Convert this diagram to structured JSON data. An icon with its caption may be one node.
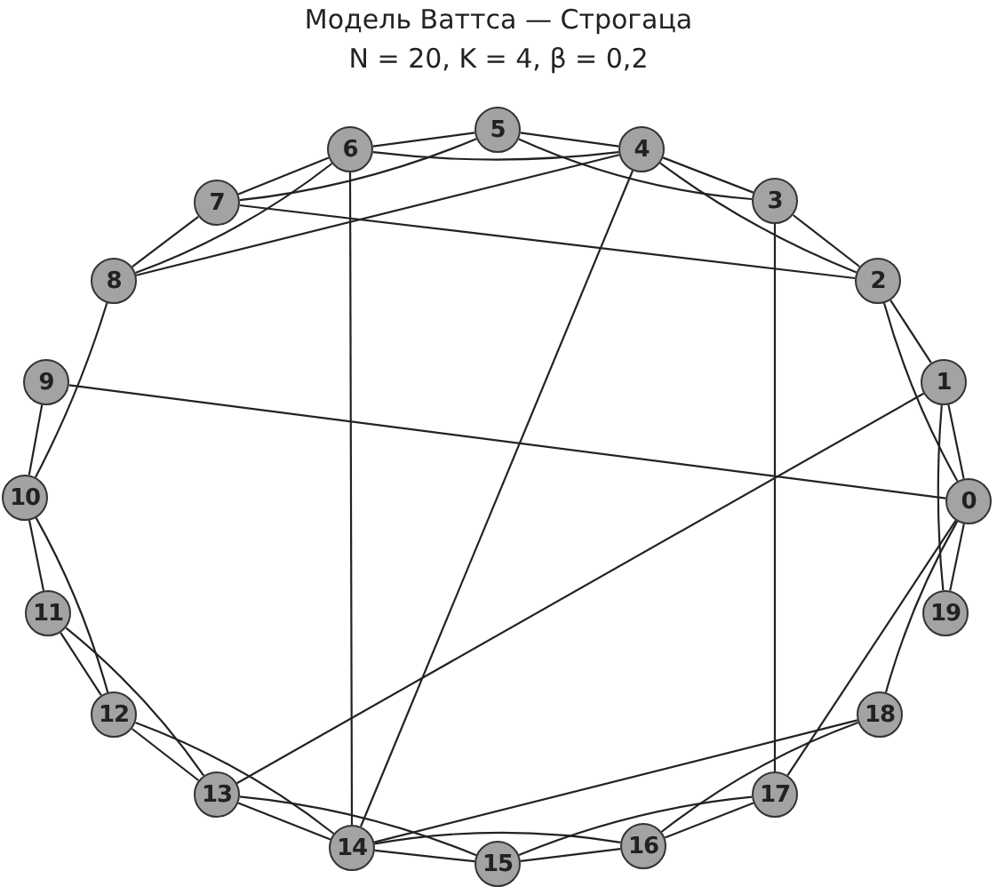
{
  "diagram": {
    "title": "Модель Ваттса — Строгаца",
    "labels": [
      "N = 20, K = 4, β = 0,2"
    ],
    "nodes": [
      {
        "text": [
          "0"
        ]
      },
      {
        "text": [
          "1"
        ]
      },
      {
        "text": [
          "2"
        ]
      },
      {
        "text": [
          "3"
        ]
      },
      {
        "text": [
          "4"
        ]
      },
      {
        "text": [
          "5"
        ]
      },
      {
        "text": [
          "6"
        ]
      },
      {
        "text": [
          "7"
        ]
      },
      {
        "text": [
          "8"
        ]
      },
      {
        "text": [
          "9"
        ]
      },
      {
        "text": [
          "10"
        ]
      },
      {
        "text": [
          "11"
        ]
      },
      {
        "text": [
          "12"
        ]
      },
      {
        "text": [
          "13"
        ]
      },
      {
        "text": [
          "14"
        ]
      },
      {
        "text": [
          "15"
        ]
      },
      {
        "text": [
          "16"
        ]
      },
      {
        "text": [
          "17"
        ]
      },
      {
        "text": [
          "18"
        ]
      },
      {
        "text": [
          "19"
        ]
      }
    ],
    "edges": [
      {
        "from": 0,
        "to": 1,
        "arrow": "none"
      },
      {
        "from": 0,
        "to": 2,
        "arrow": "none"
      },
      {
        "from": 0,
        "to": 19,
        "arrow": "none"
      },
      {
        "from": 0,
        "to": 18,
        "arrow": "none"
      },
      {
        "from": 0,
        "to": 17,
        "arrow": "none"
      },
      {
        "from": 0,
        "to": 9,
        "arrow": "none"
      },
      {
        "from": 1,
        "to": 2,
        "arrow": "none"
      },
      {
        "from": 1,
        "to": 13,
        "arrow": "none"
      },
      {
        "from": 1,
        "to": 19,
        "arrow": "none"
      },
      {
        "from": 2,
        "to": 3,
        "arrow": "none"
      },
      {
        "from": 2,
        "to": 4,
        "arrow": "none"
      },
      {
        "from": 2,
        "to": 7,
        "arrow": "none"
      },
      {
        "from": 3,
        "to": 4,
        "arrow": "none"
      },
      {
        "from": 3,
        "to": 5,
        "arrow": "none"
      },
      {
        "from": 3,
        "to": 17,
        "arrow": "none"
      },
      {
        "from": 4,
        "to": 5,
        "arrow": "none"
      },
      {
        "from": 4,
        "to": 6,
        "arrow": "none"
      },
      {
        "from": 4,
        "to": 8,
        "arrow": "none"
      },
      {
        "from": 4,
        "to": 14,
        "arrow": "none"
      },
      {
        "from": 5,
        "to": 6,
        "arrow": "none"
      },
      {
        "from": 5,
        "to": 7,
        "arrow": "none"
      },
      {
        "from": 6,
        "to": 7,
        "arrow": "none"
      },
      {
        "from": 6,
        "to": 8,
        "arrow": "none"
      },
      {
        "from": 6,
        "to": 14,
        "arrow": "none"
      },
      {
        "from": 7,
        "to": 8,
        "arrow": "none"
      },
      {
        "from": 8,
        "to": 10,
        "arrow": "none"
      },
      {
        "from": 9,
        "to": 10,
        "arrow": "none"
      },
      {
        "from": 10,
        "to": 11,
        "arrow": "none"
      },
      {
        "from": 10,
        "to": 12,
        "arrow": "none"
      },
      {
        "from": 11,
        "to": 12,
        "arrow": "none"
      },
      {
        "from": 11,
        "to": 13,
        "arrow": "none"
      },
      {
        "from": 12,
        "to": 13,
        "arrow": "none"
      },
      {
        "from": 12,
        "to": 14,
        "arrow": "none"
      },
      {
        "from": 13,
        "to": 14,
        "arrow": "none"
      },
      {
        "from": 13,
        "to": 15,
        "arrow": "none"
      },
      {
        "from": 14,
        "to": 15,
        "arrow": "none"
      },
      {
        "from": 14,
        "to": 16,
        "arrow": "none"
      },
      {
        "from": 14,
        "to": 18,
        "arrow": "none"
      },
      {
        "from": 15,
        "to": 16,
        "arrow": "none"
      },
      {
        "from": 15,
        "to": 17,
        "arrow": "none"
      },
      {
        "from": 16,
        "to": 17,
        "arrow": "none"
      },
      {
        "from": 16,
        "to": 18,
        "arrow": "none"
      }
    ]
  }
}
